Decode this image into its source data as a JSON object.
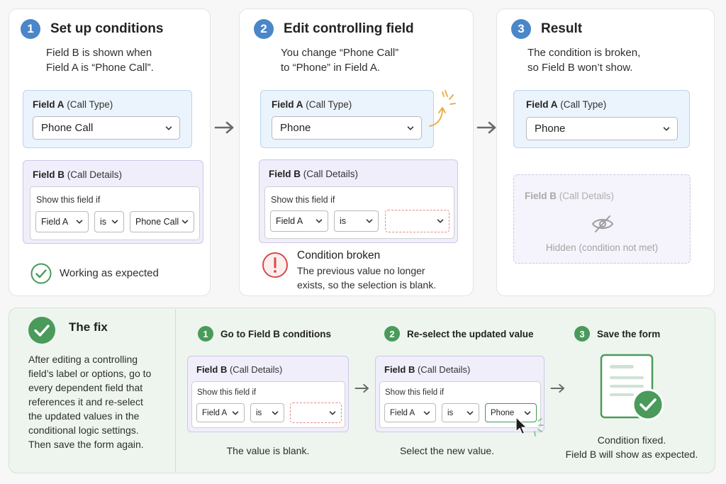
{
  "colors": {
    "step_blue": "#4a86c8",
    "fix_green": "#4a9a5b",
    "error_red": "#d84a4a",
    "field_a_bg": "#ebf3fc",
    "field_b_bg": "#f1eefb"
  },
  "step1": {
    "number": "1",
    "title": "Set up conditions",
    "desc_line1": "Field B is shown when",
    "desc_line2": "Field A is “Phone Call”.",
    "field_a": {
      "name": "Field A",
      "sub": "(Call Type)",
      "value": "Phone Call"
    },
    "field_b": {
      "name": "Field B",
      "sub": "(Call Details)",
      "show_if": "Show this field if",
      "cond_field": "Field A",
      "cond_op": "is",
      "cond_value": "Phone Call"
    },
    "status": "Working as expected"
  },
  "step2": {
    "number": "2",
    "title": "Edit controlling field",
    "desc_line1": "You change “Phone Call”",
    "desc_line2": "to “Phone” in Field A.",
    "field_a": {
      "name": "Field A",
      "sub": "(Call Type)",
      "value": "Phone"
    },
    "field_b": {
      "name": "Field B",
      "sub": "(Call Details)",
      "show_if": "Show this field if",
      "cond_field": "Field A",
      "cond_op": "is",
      "cond_value": ""
    },
    "error_title": "Condition broken",
    "error_line1": "The previous value no longer",
    "error_line2": "exists, so the selection is blank."
  },
  "step3": {
    "number": "3",
    "title": "Result",
    "desc_line1": "The condition is broken,",
    "desc_line2": "so Field B won’t show.",
    "field_a": {
      "name": "Field A",
      "sub": "(Call Type)",
      "value": "Phone"
    },
    "field_b": {
      "name": "Field B",
      "sub": "(Call Details)",
      "hidden_text": "Hidden (condition not met)"
    }
  },
  "fix": {
    "title": "The fix",
    "desc": [
      "After editing a controlling",
      "field’s label or options, go to",
      "every dependent field that",
      "references it and re-select",
      "the updated values in the",
      "conditional logic settings.",
      "Then save the form again."
    ],
    "steps": [
      {
        "number": "1",
        "title": "Go to Field B conditions",
        "field_name": "Field B",
        "field_sub": "(Call Details)",
        "show_if": "Show this field if",
        "cond_field": "Field A",
        "cond_op": "is",
        "cond_value": "",
        "caption": "The value is blank."
      },
      {
        "number": "2",
        "title": "Re-select the updated value",
        "field_name": "Field B",
        "field_sub": "(Call Details)",
        "show_if": "Show this field if",
        "cond_field": "Field A",
        "cond_op": "is",
        "cond_value": "Phone",
        "caption": "Select the new value."
      },
      {
        "number": "3",
        "title": "Save the form",
        "caption_line1": "Condition fixed.",
        "caption_line2": "Field B will show as expected."
      }
    ]
  },
  "icons": [
    "chevron-down-icon",
    "arrow-right-icon",
    "check-circle-icon",
    "alert-circle-icon",
    "eye-off-icon",
    "cursor-icon",
    "document-check-icon",
    "spark-icon"
  ]
}
